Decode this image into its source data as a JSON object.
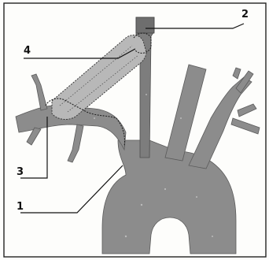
{
  "labels": {
    "label_1": "1",
    "label_2": "2",
    "label_3": "3",
    "label_4": "4"
  },
  "colors": {
    "vessel_fill": "#8c8c8c",
    "graft_fill": "#b8b8b8",
    "line": "#111111"
  }
}
